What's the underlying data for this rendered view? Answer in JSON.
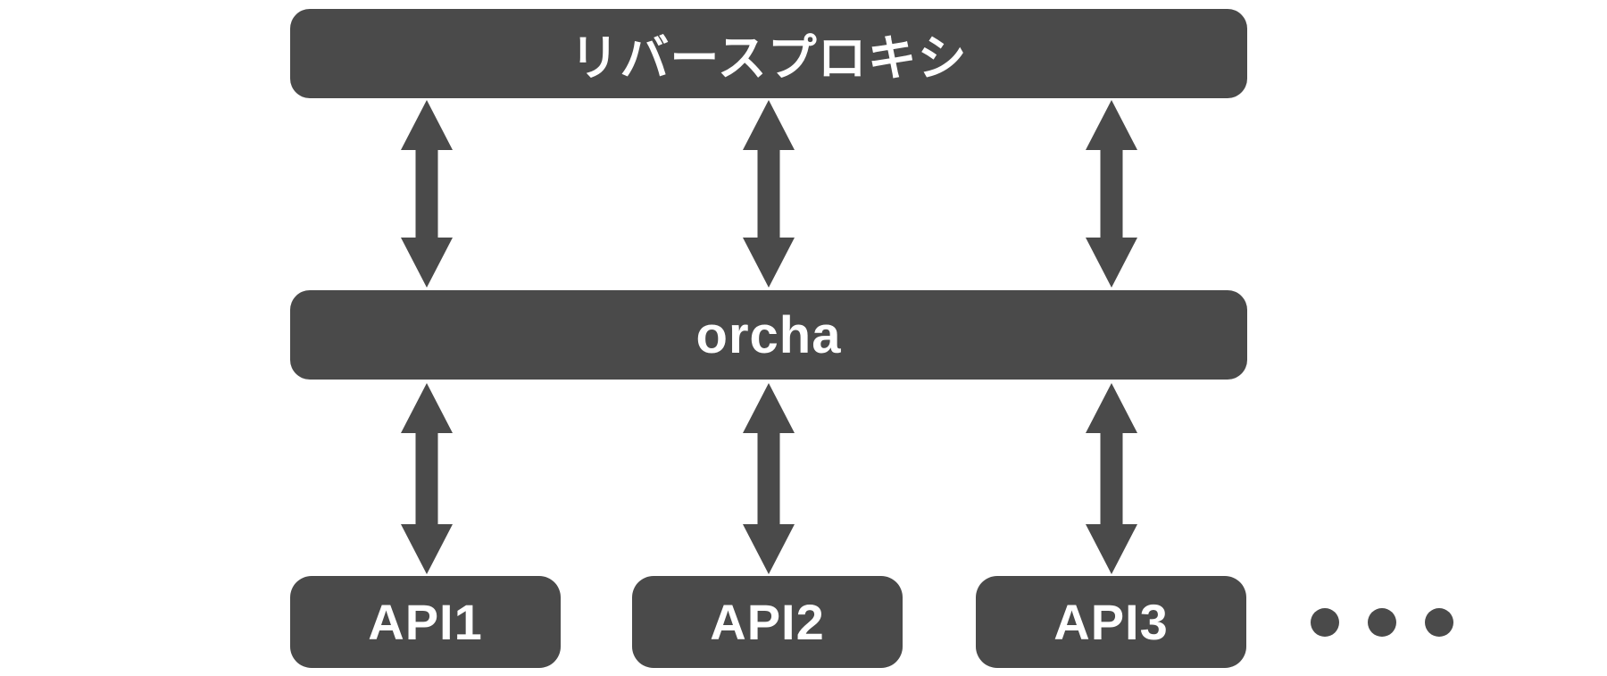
{
  "diagram": {
    "type": "architecture",
    "colors": {
      "node": "#4a4a4a",
      "label": "#ffffff",
      "bg": "#ffffff"
    },
    "nodes": {
      "reverse_proxy": {
        "label": "リバースプロキシ"
      },
      "orchestrator": {
        "label": "orcha"
      },
      "apis": [
        {
          "label": "API1"
        },
        {
          "label": "API2"
        },
        {
          "label": "API3"
        }
      ]
    },
    "ellipsis_dot_count": 3,
    "connections": [
      {
        "from": "リバースプロキシ",
        "to": "orcha",
        "direction": "bidirectional"
      },
      {
        "from": "リバースプロキシ",
        "to": "orcha",
        "direction": "bidirectional"
      },
      {
        "from": "リバースプロキシ",
        "to": "orcha",
        "direction": "bidirectional"
      },
      {
        "from": "orcha",
        "to": "API1",
        "direction": "bidirectional"
      },
      {
        "from": "orcha",
        "to": "API2",
        "direction": "bidirectional"
      },
      {
        "from": "orcha",
        "to": "API3",
        "direction": "bidirectional"
      }
    ]
  }
}
